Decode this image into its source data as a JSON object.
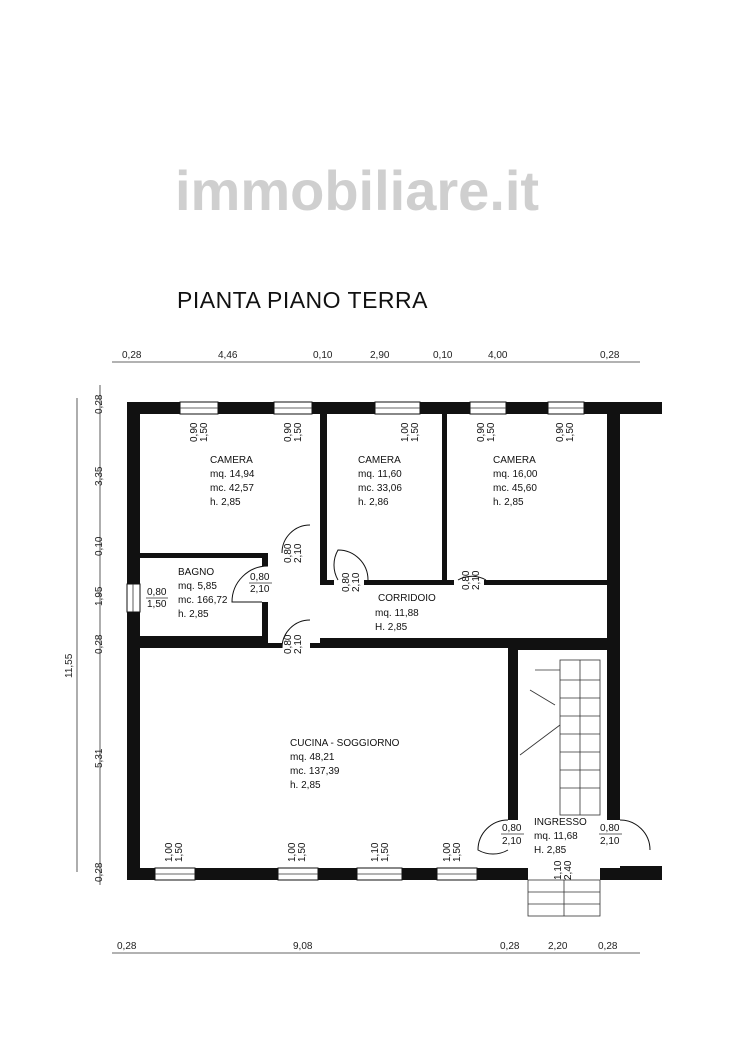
{
  "title": "PIANTA  PIANO TERRA",
  "watermark": "immobiliare.it",
  "dimensions": {
    "top": [
      "0,28",
      "4,46",
      "0,10",
      "2,90",
      "0,10",
      "4,00",
      "0,28"
    ],
    "bottom": [
      "0,28",
      "9,08",
      "0,28",
      "2,20",
      "0,28"
    ],
    "left_total": "11,55",
    "left": [
      "0,28",
      "3,35",
      "0,10",
      "1,95",
      "0,28",
      "5,31",
      "0,28"
    ]
  },
  "rooms": [
    {
      "name": "CAMERA",
      "mq": "mq. 14,94",
      "mc": "mc. 42,57",
      "h": "h.    2,85"
    },
    {
      "name": "CAMERA",
      "mq": "mq. 11,60",
      "mc": "mc.  33,06",
      "h": "h.    2,86"
    },
    {
      "name": "CAMERA",
      "mq": "mq. 16,00",
      "mc": "mc.  45,60",
      "h": "h.    2,85"
    },
    {
      "name": "BAGNO",
      "mq": "mq. 5,85",
      "mc": "mc. 166,72",
      "h": "h.    2,85"
    },
    {
      "name": "CORRIDOIO",
      "mq": "mq. 11,88",
      "h": "H.    2,85"
    },
    {
      "name": "CUCINA - SOGGIORNO",
      "mq": "mq.  48,21",
      "mc": "mc.  137,39",
      "h": "h.      2,85"
    },
    {
      "name": "INGRESSO",
      "mq": "mq. 11,68",
      "h": "H.    2,85"
    }
  ],
  "openings": {
    "window_a": [
      "0,90",
      "1,50"
    ],
    "window_b": [
      "1,00",
      "1,50"
    ],
    "window_c": [
      "1,10",
      "1,50"
    ],
    "door": [
      "0,80",
      "2,10"
    ],
    "bagno_window": [
      "0,80",
      "1,50"
    ],
    "entrance_door": [
      "1,10",
      "2,40"
    ]
  }
}
